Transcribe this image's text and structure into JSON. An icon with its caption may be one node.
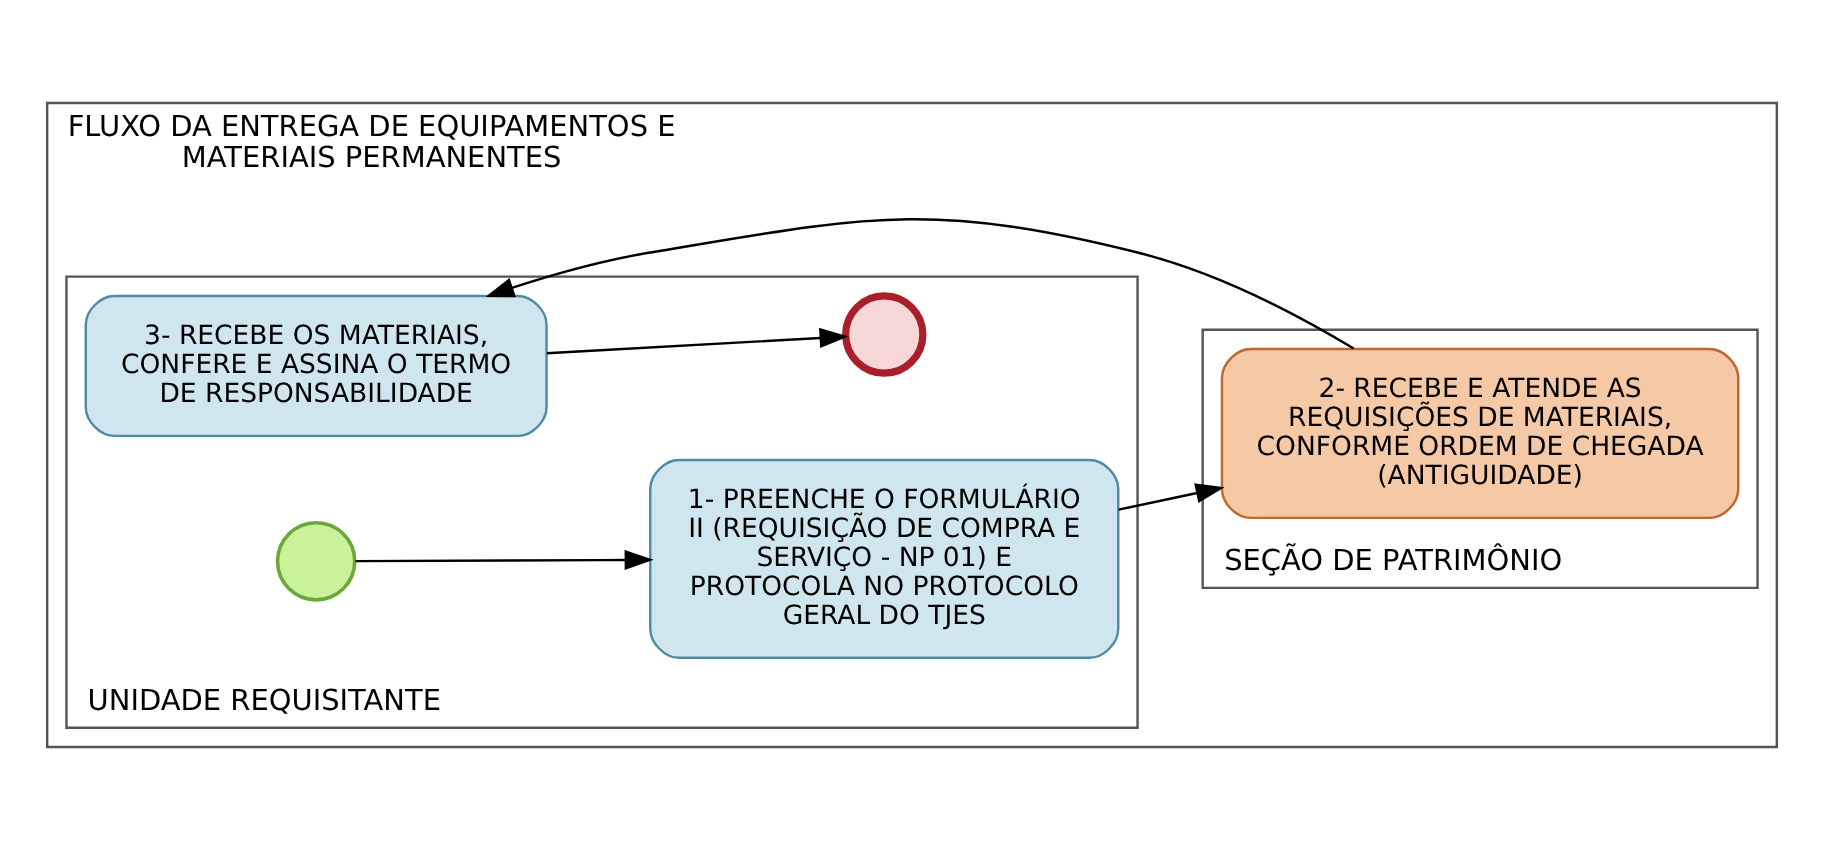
{
  "diagram": {
    "nodes": [
      {
        "text": [
          "FLUXO DA ENTREGA DE EQUIPAMENTOS E MATERIAIS PERMANENTES"
        ]
      },
      {
        "text": [
          "UNIDADE REQUISITANTE"
        ],
        "in": 0
      },
      {
        "text": [],
        "shape": "circle",
        "in": 1
      },
      {
        "text": [
          "1- PREENCHE O FORMULÁRIO II (REQUISIÇÃO DE COMPRA E SERVIÇO - NP 01) E PROTOCOLA NO PROTOCOLO GERAL DO TJES"
        ],
        "in": 1
      },
      {
        "text": [
          "3- RECEBE OS MATERIAIS, CONFERE E ASSINA O TERMO DE RESPONSABILIDADE"
        ],
        "in": 1
      },
      {
        "text": [],
        "shape": "circle",
        "in": 1
      },
      {
        "text": [
          "SEÇÃO DE PATRIMÔNIO"
        ],
        "in": 0
      },
      {
        "text": [
          "2- RECEBE E ATENDE AS REQUISIÇÕES DE MATERIAIS, CONFORME ORDEM DE CHEGADA (ANTIGUIDADE)"
        ],
        "in": 6
      }
    ],
    "edges": [
      {
        "from": 2,
        "to": 3,
        "arrow": "to"
      },
      {
        "from": 3,
        "to": 7,
        "arrow": "to"
      },
      {
        "from": 7,
        "to": 4,
        "arrow": "to"
      },
      {
        "from": 4,
        "to": 5,
        "arrow": "to"
      }
    ]
  }
}
